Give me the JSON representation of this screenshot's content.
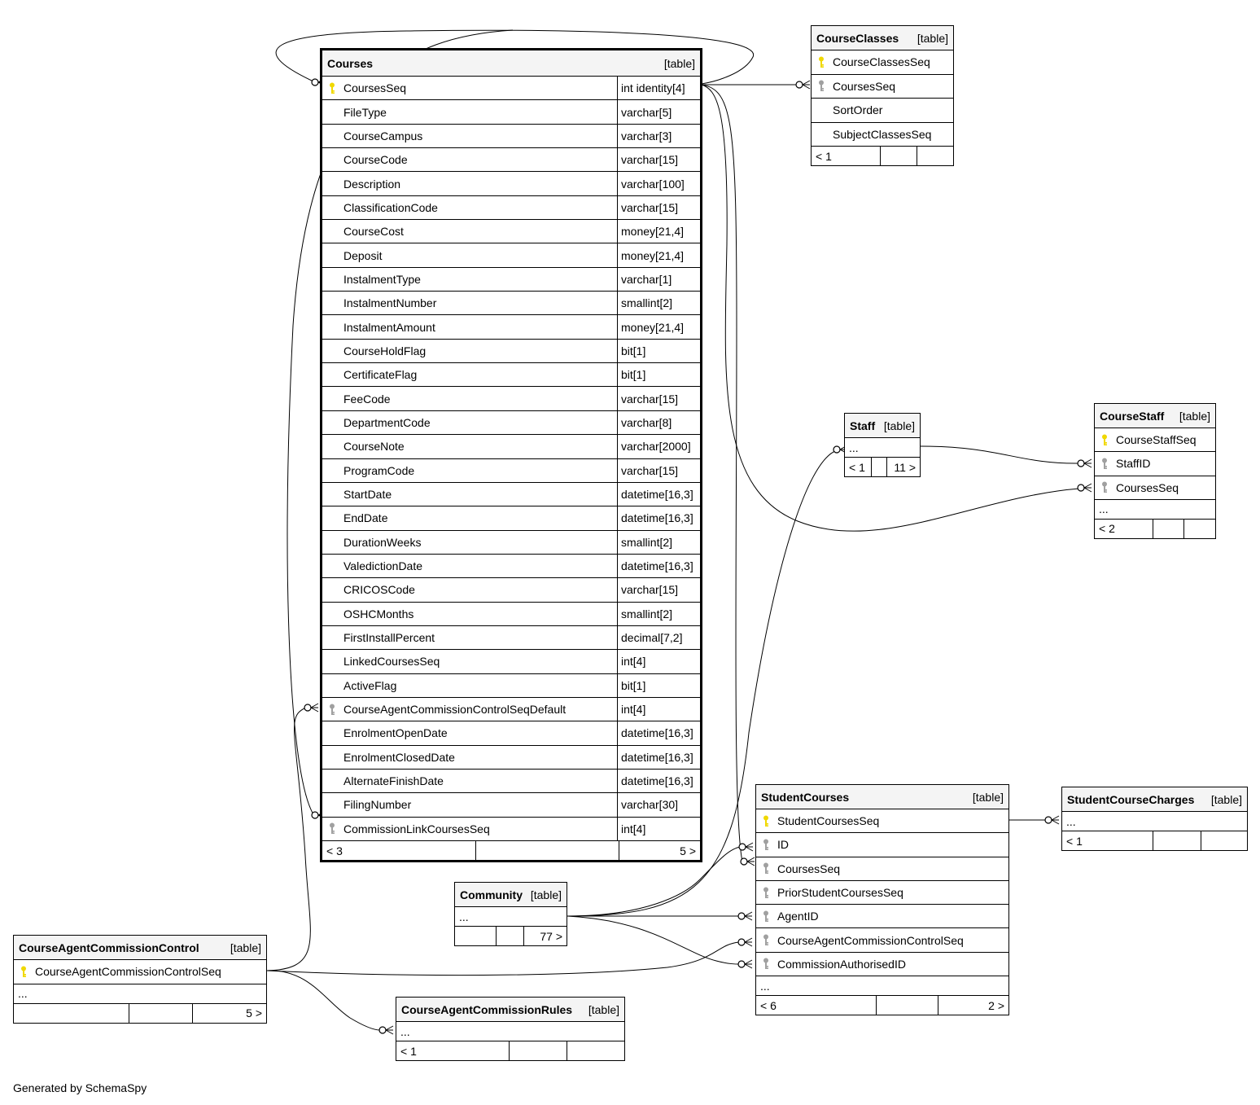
{
  "colors": {
    "pk_key": "#f0d800",
    "fk_key": "#a0a0a0",
    "header_bg": "#f4f4f4",
    "line": "#000000"
  },
  "footer": "Generated by SchemaSpy",
  "tables": {
    "courses": {
      "name": "Courses",
      "kind": "[table]",
      "columns": [
        {
          "name": "CoursesSeq",
          "type": "int identity[4]",
          "key": "pk"
        },
        {
          "name": "FileType",
          "type": "varchar[5]",
          "key": ""
        },
        {
          "name": "CourseCampus",
          "type": "varchar[3]",
          "key": ""
        },
        {
          "name": "CourseCode",
          "type": "varchar[15]",
          "key": ""
        },
        {
          "name": "Description",
          "type": "varchar[100]",
          "key": ""
        },
        {
          "name": "ClassificationCode",
          "type": "varchar[15]",
          "key": ""
        },
        {
          "name": "CourseCost",
          "type": "money[21,4]",
          "key": ""
        },
        {
          "name": "Deposit",
          "type": "money[21,4]",
          "key": ""
        },
        {
          "name": "InstalmentType",
          "type": "varchar[1]",
          "key": ""
        },
        {
          "name": "InstalmentNumber",
          "type": "smallint[2]",
          "key": ""
        },
        {
          "name": "InstalmentAmount",
          "type": "money[21,4]",
          "key": ""
        },
        {
          "name": "CourseHoldFlag",
          "type": "bit[1]",
          "key": ""
        },
        {
          "name": "CertificateFlag",
          "type": "bit[1]",
          "key": ""
        },
        {
          "name": "FeeCode",
          "type": "varchar[15]",
          "key": ""
        },
        {
          "name": "DepartmentCode",
          "type": "varchar[8]",
          "key": ""
        },
        {
          "name": "CourseNote",
          "type": "varchar[2000]",
          "key": ""
        },
        {
          "name": "ProgramCode",
          "type": "varchar[15]",
          "key": ""
        },
        {
          "name": "StartDate",
          "type": "datetime[16,3]",
          "key": ""
        },
        {
          "name": "EndDate",
          "type": "datetime[16,3]",
          "key": ""
        },
        {
          "name": "DurationWeeks",
          "type": "smallint[2]",
          "key": ""
        },
        {
          "name": "ValedictionDate",
          "type": "datetime[16,3]",
          "key": ""
        },
        {
          "name": "CRICOSCode",
          "type": "varchar[15]",
          "key": ""
        },
        {
          "name": "OSHCMonths",
          "type": "smallint[2]",
          "key": ""
        },
        {
          "name": "FirstInstallPercent",
          "type": "decimal[7,2]",
          "key": ""
        },
        {
          "name": "LinkedCoursesSeq",
          "type": "int[4]",
          "key": ""
        },
        {
          "name": "ActiveFlag",
          "type": "bit[1]",
          "key": ""
        },
        {
          "name": "CourseAgentCommissionControlSeqDefault",
          "type": "int[4]",
          "key": "fk"
        },
        {
          "name": "EnrolmentOpenDate",
          "type": "datetime[16,3]",
          "key": ""
        },
        {
          "name": "EnrolmentClosedDate",
          "type": "datetime[16,3]",
          "key": ""
        },
        {
          "name": "AlternateFinishDate",
          "type": "datetime[16,3]",
          "key": ""
        },
        {
          "name": "FilingNumber",
          "type": "varchar[30]",
          "key": ""
        },
        {
          "name": "CommissionLinkCoursesSeq",
          "type": "int[4]",
          "key": "fk"
        }
      ],
      "footer": [
        "< 3",
        "",
        "5 >"
      ]
    },
    "courseclasses": {
      "name": "CourseClasses",
      "kind": "[table]",
      "columns": [
        {
          "name": "CourseClassesSeq",
          "key": "pk"
        },
        {
          "name": "CoursesSeq",
          "key": "fk"
        },
        {
          "name": "SortOrder",
          "key": ""
        },
        {
          "name": "SubjectClassesSeq",
          "key": ""
        }
      ],
      "footer": [
        "< 1",
        "",
        ""
      ]
    },
    "staff": {
      "name": "Staff",
      "kind": "[table]",
      "ellipsis": "...",
      "footer": [
        "< 1",
        "",
        "11 >"
      ]
    },
    "coursestaff": {
      "name": "CourseStaff",
      "kind": "[table]",
      "columns": [
        {
          "name": "CourseStaffSeq",
          "key": "pk"
        },
        {
          "name": "StaffID",
          "key": "fk"
        },
        {
          "name": "CoursesSeq",
          "key": "fk"
        }
      ],
      "ellipsis": "...",
      "footer": [
        "< 2",
        "",
        ""
      ]
    },
    "studentcourses": {
      "name": "StudentCourses",
      "kind": "[table]",
      "columns": [
        {
          "name": "StudentCoursesSeq",
          "key": "pk"
        },
        {
          "name": "ID",
          "key": "fk"
        },
        {
          "name": "CoursesSeq",
          "key": "fk"
        },
        {
          "name": "PriorStudentCoursesSeq",
          "key": "fk"
        },
        {
          "name": "AgentID",
          "key": "fk"
        },
        {
          "name": "CourseAgentCommissionControlSeq",
          "key": "fk"
        },
        {
          "name": "CommissionAuthorisedID",
          "key": "fk"
        }
      ],
      "ellipsis": "...",
      "footer": [
        "< 6",
        "",
        "2 >"
      ]
    },
    "studentcoursecharges": {
      "name": "StudentCourseCharges",
      "kind": "[table]",
      "ellipsis": "...",
      "footer": [
        "< 1",
        "",
        ""
      ]
    },
    "community": {
      "name": "Community",
      "kind": "[table]",
      "ellipsis": "...",
      "footer": [
        "",
        "",
        "77 >"
      ]
    },
    "cacc": {
      "name": "CourseAgentCommissionControl",
      "kind": "[table]",
      "columns": [
        {
          "name": "CourseAgentCommissionControlSeq",
          "key": "pk"
        }
      ],
      "ellipsis": "...",
      "footer": [
        "",
        "",
        "5 >"
      ]
    },
    "cacr": {
      "name": "CourseAgentCommissionRules",
      "kind": "[table]",
      "ellipsis": "...",
      "footer": [
        "< 1",
        "",
        ""
      ]
    }
  }
}
